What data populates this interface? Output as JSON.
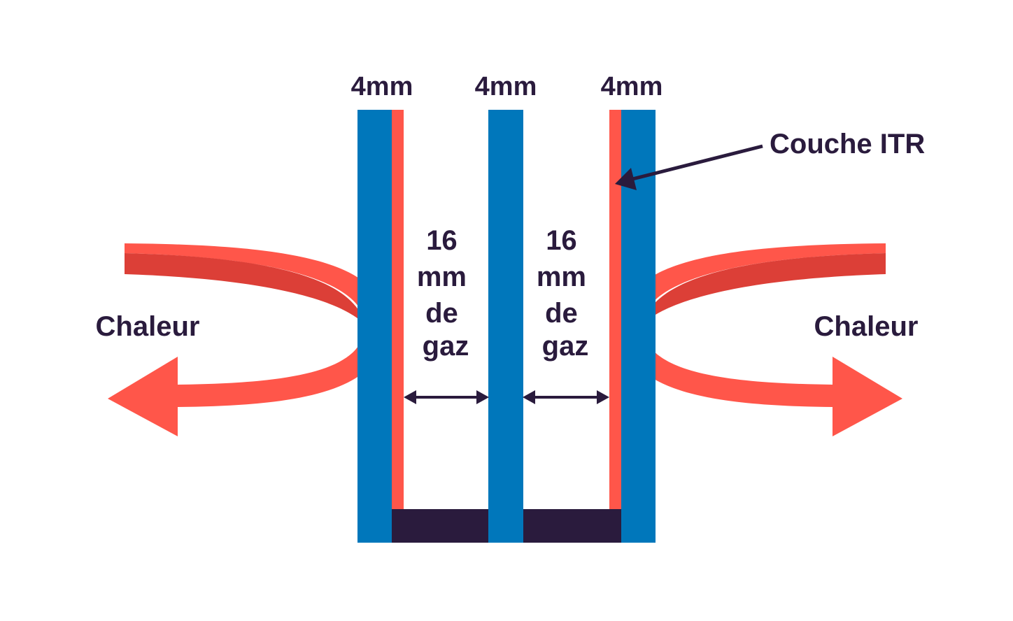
{
  "colors": {
    "glass": "#0077bb",
    "low_e_coating": "#ff564a",
    "spacer": "#2a1b3d",
    "heat_arrow": "#ff564a",
    "heat_arrow_shade": "#dc3f37",
    "text": "#2a1b3d",
    "background": "#ffffff"
  },
  "panes": [
    {
      "thickness_label": "4mm"
    },
    {
      "thickness_label": "4mm"
    },
    {
      "thickness_label": "4mm"
    }
  ],
  "gas_gaps": [
    {
      "lines": [
        "16",
        "mm",
        "de",
        "gaz"
      ]
    },
    {
      "lines": [
        "16",
        "mm",
        "de",
        "gaz"
      ]
    }
  ],
  "heat": {
    "left_label": "Chaleur",
    "right_label": "Chaleur",
    "icon": "curved-reflection-arrow"
  },
  "coating": {
    "label": "Couche ITR",
    "pointer_icon": "arrow-left-icon"
  }
}
